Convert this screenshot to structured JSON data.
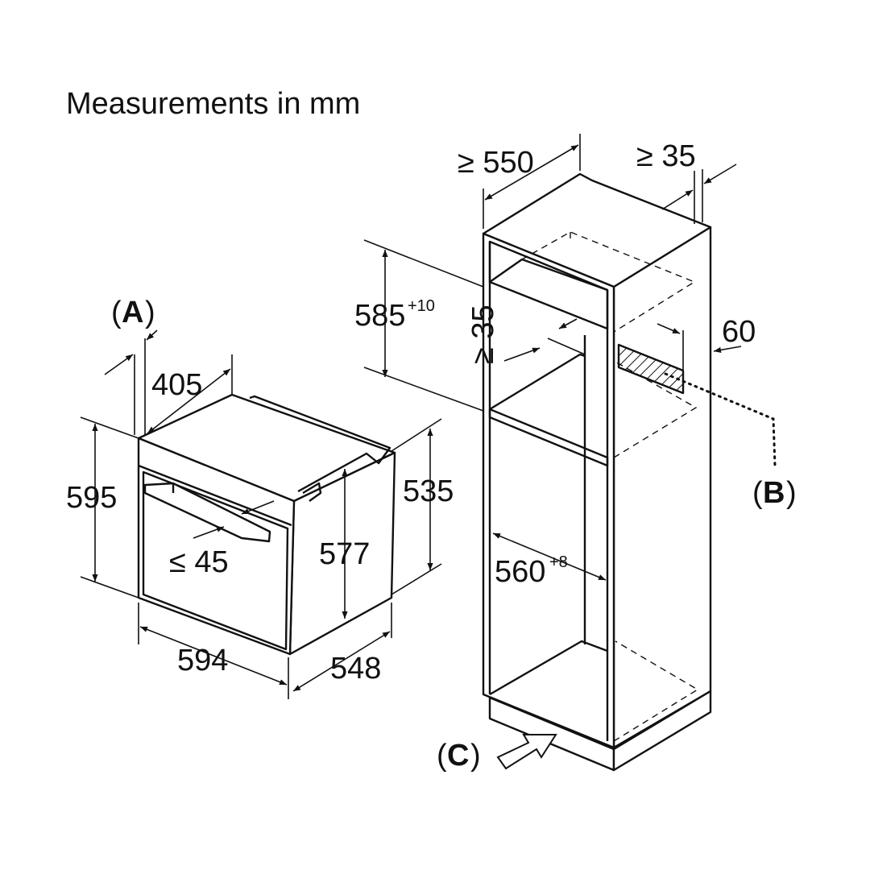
{
  "header": {
    "title": "Measurements in mm"
  },
  "labels": {
    "a": "A",
    "b": "B",
    "c": "C",
    "paren_open": "(",
    "paren_close": ")"
  },
  "oven": {
    "depth_top": "405",
    "height": "595",
    "panel_depth": "≤ 45",
    "inner_height": "577",
    "cavity_height": "535",
    "width": "594",
    "depth": "548"
  },
  "cabinet": {
    "depth": "≥ 550",
    "rear_gap": "≥ 35",
    "niche_height": "585",
    "niche_height_tol": "+10",
    "shelf_gap": "≥ 35",
    "vent": "60",
    "niche_width": "560",
    "niche_width_tol": "+8"
  }
}
